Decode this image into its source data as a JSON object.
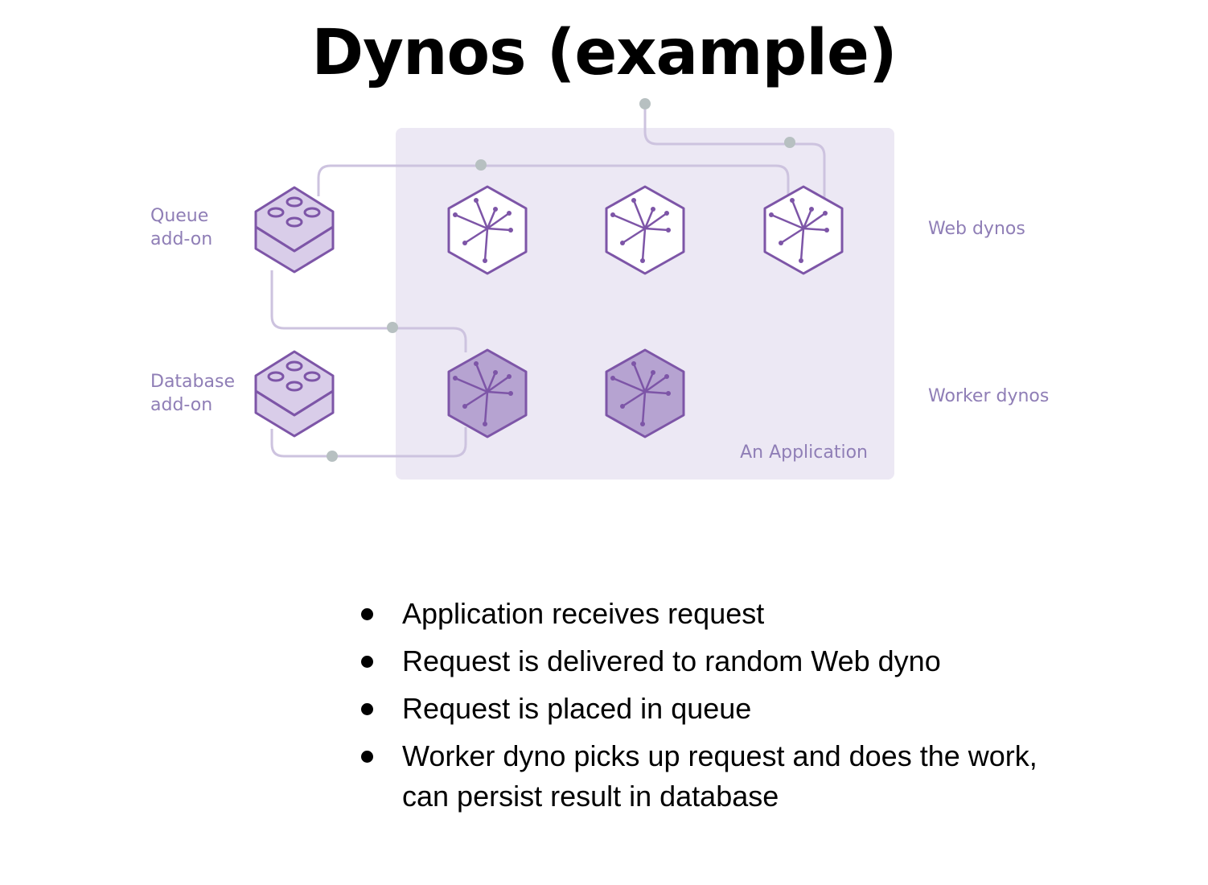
{
  "slide": {
    "title": "Dynos (example)"
  },
  "diagram": {
    "labels": {
      "queue_line1": "Queue",
      "queue_line2": "add-on",
      "database_line1": "Database",
      "database_line2": "add-on",
      "web_dynos": "Web dynos",
      "worker_dynos": "Worker dynos",
      "application": "An Application"
    },
    "colors": {
      "app_panel": "#ece8f4",
      "connector": "#cdc3df",
      "junction": "#b7c0c1",
      "dyno_stroke": "#7d55a7",
      "web_fill": "#ffffff",
      "worker_fill": "#b6a3d1",
      "addon_fill": "#d9cde9",
      "label": "#8f7eb6"
    },
    "icons": {
      "web_dyno": "hexagon-network-icon",
      "worker_dyno": "hexagon-network-icon",
      "addon": "stacked-block-icon"
    }
  },
  "bullets": [
    {
      "text": "Application receives request"
    },
    {
      "text": "Request is delivered to random Web dyno"
    },
    {
      "text": "Request is placed in queue"
    },
    {
      "text": "Worker dyno picks up request and does the work, can persist result in database"
    }
  ]
}
